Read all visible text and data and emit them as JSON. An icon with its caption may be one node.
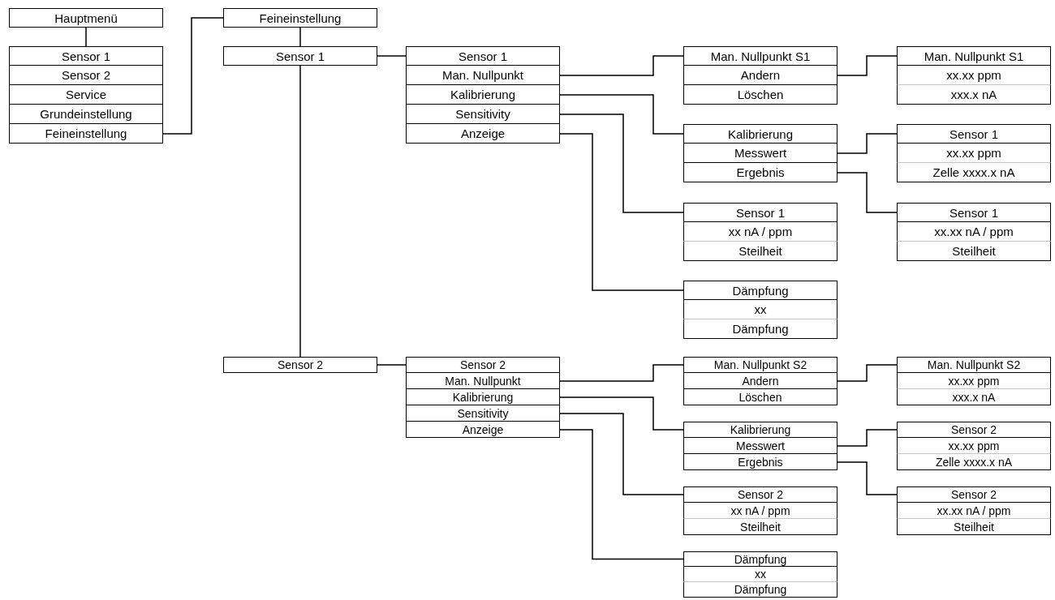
{
  "diagram": {
    "nodes": [
      {
        "text": [
          "Hauptmenü"
        ]
      },
      {
        "text": [
          "Sensor 1"
        ]
      },
      {
        "text": [
          "Sensor 2"
        ]
      },
      {
        "text": [
          "Service"
        ]
      },
      {
        "text": [
          "Grundeinstellung"
        ]
      },
      {
        "text": [
          "Feineinstellung"
        ]
      },
      {
        "text": [
          "Feineinstellung"
        ]
      },
      {
        "text": [
          "Sensor 1"
        ]
      },
      {
        "text": [
          "Sensor 1"
        ]
      },
      {
        "text": [
          "Man. Nullpunkt"
        ]
      },
      {
        "text": [
          "Kalibrierung"
        ]
      },
      {
        "text": [
          "Sensitivity"
        ]
      },
      {
        "text": [
          "Anzeige"
        ]
      },
      {
        "text": [
          "Man. Nullpunkt S1"
        ]
      },
      {
        "text": [
          "Andern"
        ]
      },
      {
        "text": [
          "Löschen"
        ]
      },
      {
        "text": [
          "Man. Nullpunkt S1"
        ]
      },
      {
        "text": [
          "xx.xx ppm"
        ]
      },
      {
        "text": [
          "xxx.x nA"
        ]
      },
      {
        "text": [
          "Kalibrierung"
        ]
      },
      {
        "text": [
          "Messwert"
        ]
      },
      {
        "text": [
          "Ergebnis"
        ]
      },
      {
        "text": [
          "Sensor 1"
        ]
      },
      {
        "text": [
          "xx.xx ppm"
        ]
      },
      {
        "text": [
          "Zelle xxxx.x nA"
        ]
      },
      {
        "text": [
          "Sensor 1"
        ]
      },
      {
        "text": [
          "xx nA / ppm"
        ]
      },
      {
        "text": [
          "Steilheit"
        ]
      },
      {
        "text": [
          "Sensor 1"
        ]
      },
      {
        "text": [
          "xx.xx nA / ppm"
        ]
      },
      {
        "text": [
          "Steilheit"
        ]
      },
      {
        "text": [
          "Dämpfung"
        ]
      },
      {
        "text": [
          "xx"
        ]
      },
      {
        "text": [
          "Dämpfung"
        ]
      },
      {
        "text": [
          "Sensor 2"
        ]
      },
      {
        "text": [
          "Sensor 2"
        ]
      },
      {
        "text": [
          "Man. Nullpunkt"
        ]
      },
      {
        "text": [
          "Kalibrierung"
        ]
      },
      {
        "text": [
          "Sensitivity"
        ]
      },
      {
        "text": [
          "Anzeige"
        ]
      },
      {
        "text": [
          "Man. Nullpunkt S2"
        ]
      },
      {
        "text": [
          "Andern"
        ]
      },
      {
        "text": [
          "Löschen"
        ]
      },
      {
        "text": [
          "Man. Nullpunkt S2"
        ]
      },
      {
        "text": [
          "xx.xx ppm"
        ]
      },
      {
        "text": [
          "xxx.x nA"
        ]
      },
      {
        "text": [
          "Kalibrierung"
        ]
      },
      {
        "text": [
          "Messwert"
        ]
      },
      {
        "text": [
          "Ergebnis"
        ]
      },
      {
        "text": [
          "Sensor 2"
        ]
      },
      {
        "text": [
          "xx.xx ppm"
        ]
      },
      {
        "text": [
          "Zelle xxxx.x nA"
        ]
      },
      {
        "text": [
          "Sensor 2"
        ]
      },
      {
        "text": [
          "xx nA / ppm"
        ]
      },
      {
        "text": [
          "Steilheit"
        ]
      },
      {
        "text": [
          "Sensor 2"
        ]
      },
      {
        "text": [
          "xx.xx nA / ppm"
        ]
      },
      {
        "text": [
          "Steilheit"
        ]
      },
      {
        "text": [
          "Dämpfung"
        ]
      },
      {
        "text": [
          "xx"
        ]
      },
      {
        "text": [
          "Dämpfung"
        ]
      }
    ],
    "edges": [
      {
        "from": 0,
        "to": 1,
        "arrow": "none"
      },
      {
        "from": 5,
        "to": 6,
        "arrow": "none"
      },
      {
        "from": 6,
        "to": 7,
        "arrow": "none"
      },
      {
        "from": 7,
        "to": 34,
        "arrow": "none"
      },
      {
        "from": 7,
        "to": 8,
        "arrow": "none"
      },
      {
        "from": 9,
        "to": 13,
        "arrow": "none"
      },
      {
        "from": 10,
        "to": 19,
        "arrow": "none"
      },
      {
        "from": 11,
        "to": 25,
        "arrow": "none"
      },
      {
        "from": 12,
        "to": 31,
        "arrow": "none"
      },
      {
        "from": 14,
        "to": 16,
        "arrow": "none"
      },
      {
        "from": 20,
        "to": 22,
        "arrow": "none"
      },
      {
        "from": 21,
        "to": 28,
        "arrow": "none"
      },
      {
        "from": 34,
        "to": 35,
        "arrow": "none"
      },
      {
        "from": 36,
        "to": 40,
        "arrow": "none"
      },
      {
        "from": 37,
        "to": 46,
        "arrow": "none"
      },
      {
        "from": 38,
        "to": 52,
        "arrow": "none"
      },
      {
        "from": 39,
        "to": 58,
        "arrow": "none"
      },
      {
        "from": 41,
        "to": 43,
        "arrow": "none"
      },
      {
        "from": 47,
        "to": 49,
        "arrow": "none"
      },
      {
        "from": 48,
        "to": 55,
        "arrow": "none"
      }
    ]
  }
}
